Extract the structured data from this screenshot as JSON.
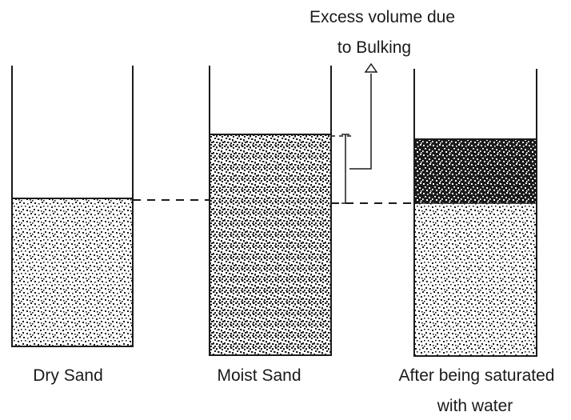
{
  "annotation": {
    "line1": "Excess volume due",
    "line2": "to Bulking"
  },
  "containers": [
    {
      "label_lines": [
        "Dry Sand"
      ]
    },
    {
      "label_lines": [
        "Moist Sand"
      ]
    },
    {
      "label_lines": [
        "After being saturated",
        "with water"
      ]
    }
  ],
  "colors": {
    "ink": "#1a1a1a",
    "background": "#ffffff"
  }
}
